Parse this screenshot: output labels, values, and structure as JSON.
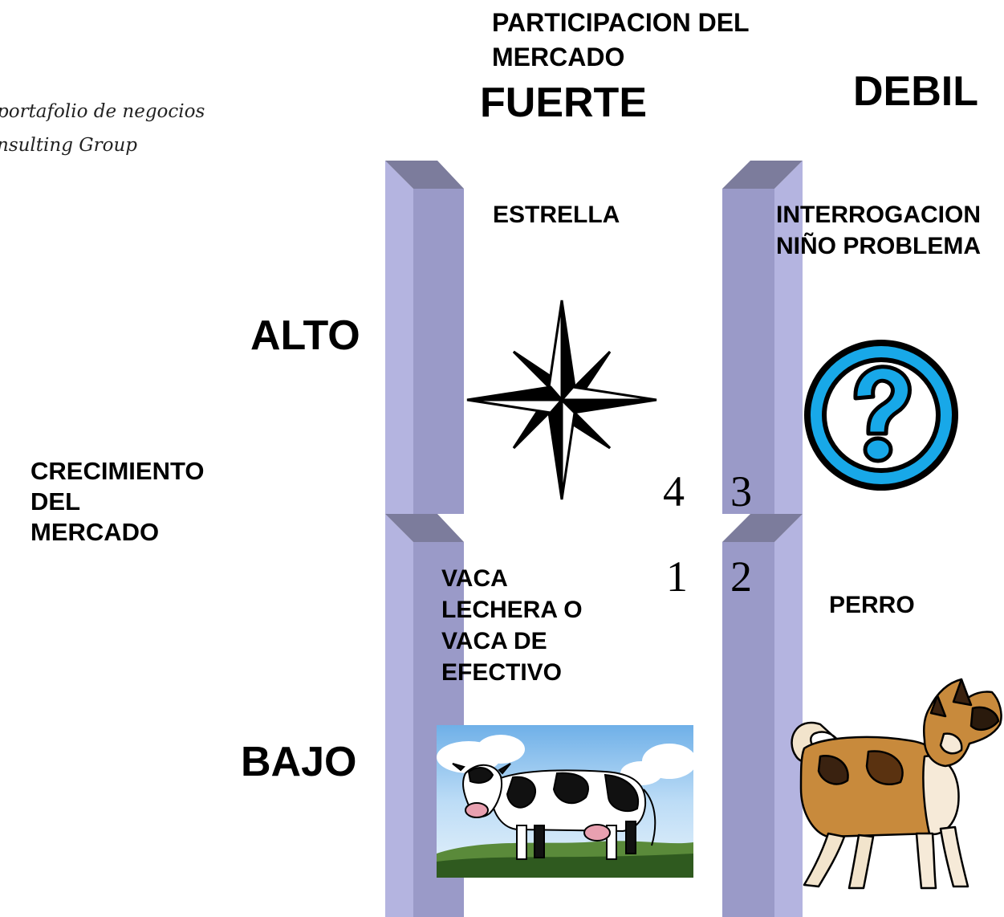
{
  "subtitle_lines": [
    "portafolio de negocios",
    "nsulting Group"
  ],
  "header": {
    "title_line1": "PARTICIPACION DEL",
    "title_line2": "MERCADO",
    "strong": "FUERTE",
    "weak": "DEBIL"
  },
  "axis": {
    "high": "ALTO",
    "low": "BAJO",
    "growth_line1": "CRECIMIENTO",
    "growth_line2": "DEL",
    "growth_line3": "MERCADO"
  },
  "quadrants": {
    "star": {
      "label": "ESTRELLA",
      "number": "4",
      "icon": "star-icon"
    },
    "question": {
      "label_line1": "INTERROGACION",
      "label_line2": "NIÑO PROBLEMA",
      "number": "3",
      "icon": "question-icon"
    },
    "cow": {
      "label_line1": "VACA",
      "label_line2": "LECHERA O",
      "label_line3": "VACA DE",
      "label_line4": "EFECTIVO",
      "number": "1",
      "icon": "cow-icon"
    },
    "dog": {
      "label": "PERRO",
      "number": "2",
      "icon": "dog-icon"
    }
  },
  "colors": {
    "pillar_light": "#b3b3df",
    "pillar_dark": "#9a9ac6",
    "pillar_top": "#7e7e9e",
    "question_blue": "#18a8e8"
  }
}
